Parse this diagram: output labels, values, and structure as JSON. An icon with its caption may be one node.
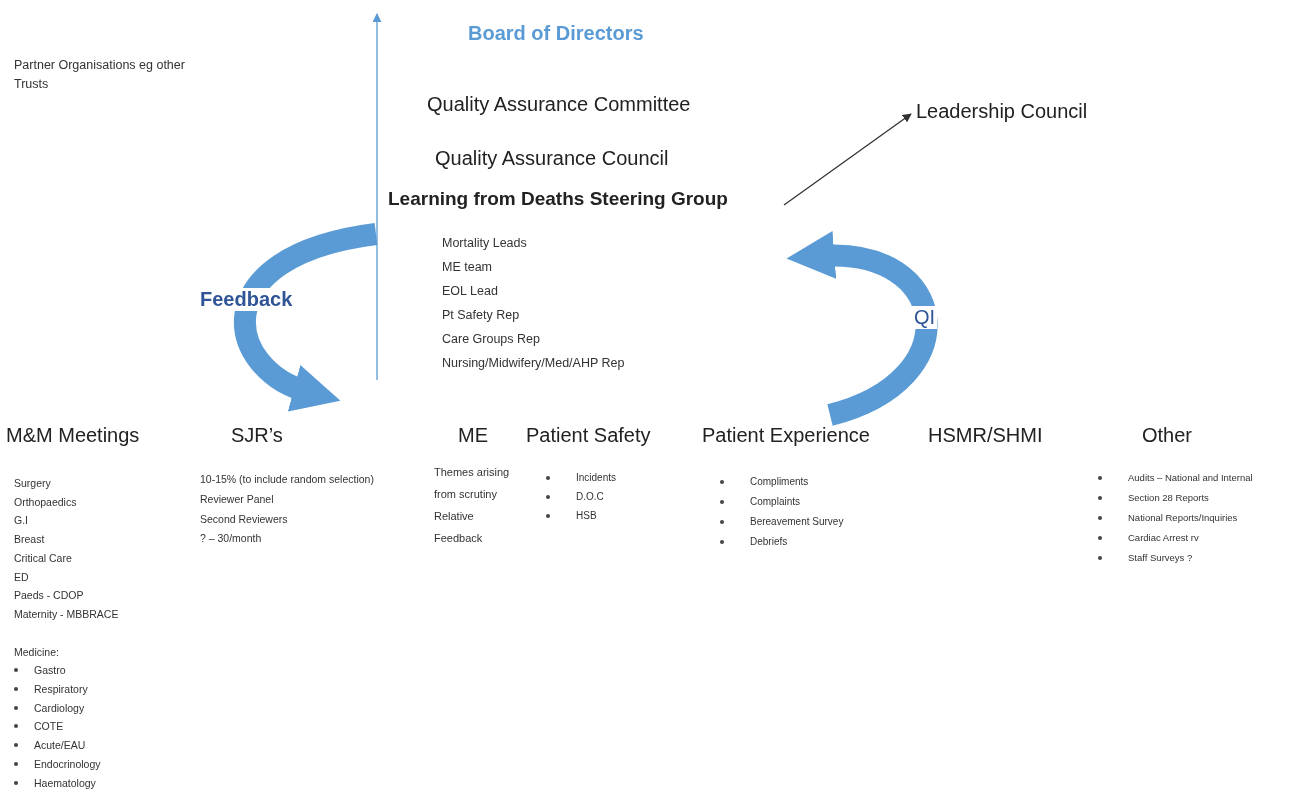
{
  "diagram": {
    "nodes": [
      {
        "text": [
          "Learning from Deaths Steering Group",
          "Mortality Leads",
          "ME team",
          "EOL Lead",
          "Pt Safety Rep",
          "Care Groups  Rep",
          "Nursing/Midwifery/Med/AHP  Rep"
        ]
      },
      {
        "text": [
          "Leadership Council"
        ]
      },
      {
        "text": [
          "M&M Meetings",
          "Surgery",
          "Orthopaedics",
          "G.I",
          "Breast",
          "Critical Care",
          "ED",
          "Paeds - CDOP",
          "Maternity - MBBRACE",
          "Medicine:",
          "Gastro",
          "Respiratory",
          "Cardiology",
          "COTE",
          "Acute/EAU",
          "Endocrinology",
          "Haematology"
        ]
      },
      {
        "text": [
          "SJR’s",
          "10-15% (to include random selection)",
          "Reviewer Panel",
          "Second Reviewers",
          "? – 30/month"
        ]
      },
      {
        "text": [
          "ME",
          "Themes arising from scrutiny",
          "Relative Feedback"
        ]
      },
      {
        "text": [
          "Patient Safety",
          "Incidents",
          "D.O.C",
          "HSB"
        ]
      },
      {
        "text": [
          "Patient Experience",
          "Compliments",
          "Complaints",
          "Bereavement  Survey",
          "Debriefs"
        ]
      },
      {
        "text": [
          "HSMR/SHMI"
        ]
      },
      {
        "text": [
          "Other",
          "Audits – National and Internal",
          "Section 28 Reports",
          "National Reports/Inquiries",
          "Cardiac Arrest rv",
          "Staff Surveys ?"
        ]
      }
    ],
    "edges": [
      {
        "from": 0,
        "to": 1,
        "arrow": "to",
        "color": "#333333"
      },
      {
        "from": 0,
        "to": null,
        "arrow": "to",
        "color": "#5b9bd5"
      },
      {
        "from": 0,
        "to": 3,
        "arrow": "to",
        "label": "Feedback",
        "style": "thick",
        "color": "#5b9bd5"
      },
      {
        "from": 6,
        "to": 0,
        "arrow": "to",
        "label": "QI",
        "style": "thick",
        "color": "#5b9bd5"
      }
    ],
    "labels": [
      "Partner Organisations eg other Trusts",
      "Board of Directors",
      "Quality Assurance Committee",
      "Quality Assurance Council"
    ]
  }
}
